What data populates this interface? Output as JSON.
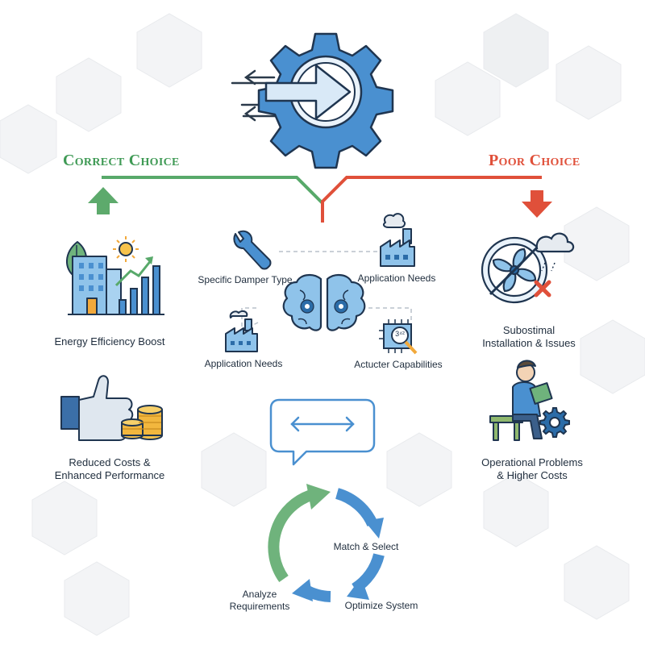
{
  "colors": {
    "correct": "#58a96a",
    "poor": "#e0503a",
    "accent_blue": "#3b82c4",
    "icon_fill_blue": "#8fc3ea",
    "hex_bg": "#f1f2f4"
  },
  "header": {
    "correct_title": "Correct Choice",
    "poor_title": "Poor Choice",
    "gear_icon": "gear-with-arrow-icon"
  },
  "left": {
    "energy_label": "Energy Efficiency Boost",
    "cost_label_line1": "Reduced Costs &",
    "cost_label_line2": "Enhanced Performance"
  },
  "center": {
    "damper_label": "Specific Damper Type",
    "app_needs_top_label": "Application Needs",
    "app_needs_bottom_label": "Application Needs",
    "actuator_label": "Actucter Capabilities",
    "chip_text": "3⁴²"
  },
  "right": {
    "install_label_line1": "Subostimal",
    "install_label_line2": "Installation & Issues",
    "ops_label_line1": "Operational Problems",
    "ops_label_line2": "& Higher Costs"
  },
  "cycle": {
    "match_label": "Match & Select",
    "analyze_line1": "Analyze",
    "analyze_line2": "Requirements",
    "optimize_label": "Optimize System"
  }
}
